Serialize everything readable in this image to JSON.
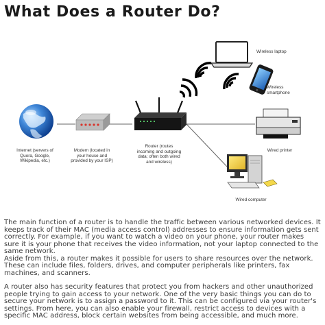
{
  "title": "What Does a Router Do?",
  "diagram": {
    "labels": {
      "internet": "Internet (servers of Quora, Google, Wikipedia, etc.)",
      "modem": "Modem (located in your house and provided by your ISP)",
      "router": "Router (routes incoming and outgoing data; often both wired and wireless)",
      "wireless_laptop": "Wireless laptop",
      "wireless_smartphone": "Wireless smartphone",
      "wired_printer": "Wired printer",
      "wired_computer": "Wired computer"
    }
  },
  "paragraphs": [
    "The main function of a router is to handle the traffic between various networked devices. It keeps track of their MAC (media access control) addresses to ensure information gets sent correctly. For example, if you want to watch a video on your phone, your router makes sure it is your phone that receives the video information, not your laptop connected to the same network.",
    "Aside from this, a router makes it possible for users to share resources over the network. These can include files, folders, drives, and computer peripherals like printers, fax machines, and scanners.",
    "A router also has security features that protect you from hackers and other unauthorized people trying to gain access to your network. One of the very basic things you can do to secure your network is to assign a password to it. This can be configured via your router's settings. From here, you can also enable your firewall, restrict access to devices with a specific MAC address, block certain websites from being accessible, and much more."
  ]
}
